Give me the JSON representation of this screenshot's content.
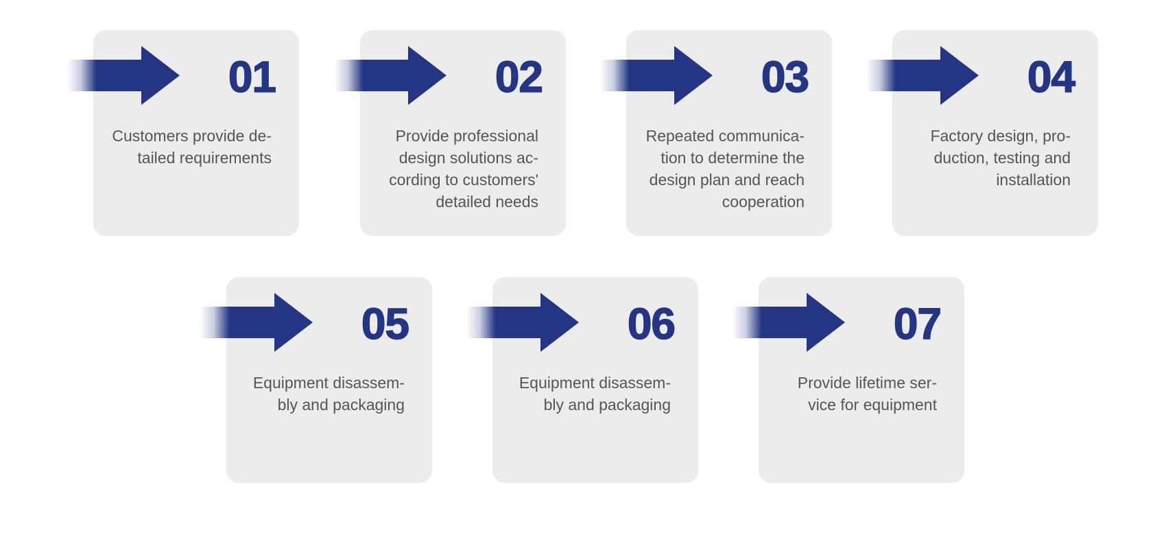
{
  "colors": {
    "accent": "#233583",
    "card": "#ececed",
    "text": "#555555"
  },
  "steps": [
    {
      "number": "01",
      "text": "Customers provide de-\ntailed requirements"
    },
    {
      "number": "02",
      "text": "Provide professional\ndesign solutions ac-\ncording to customers'\ndetailed needs"
    },
    {
      "number": "03",
      "text": "Repeated communica-\ntion to determine the\ndesign plan and reach\ncooperation"
    },
    {
      "number": "04",
      "text": "Factory design, pro-\nduction, testing and\ninstallation"
    },
    {
      "number": "05",
      "text": "Equipment disassem-\nbly and packaging"
    },
    {
      "number": "06",
      "text": "Equipment disassem-\nbly and packaging"
    },
    {
      "number": "07",
      "text": "Provide lifetime ser-\nvice for equipment"
    }
  ]
}
